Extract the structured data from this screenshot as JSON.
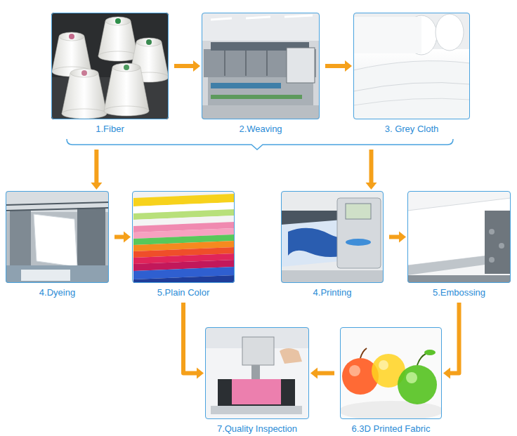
{
  "diagram": {
    "nodes": [
      {
        "text": [
          "1.Fiber"
        ]
      },
      {
        "text": [
          "2.Weaving"
        ]
      },
      {
        "text": [
          "3. Grey Cloth"
        ]
      },
      {
        "text": [
          "4.Dyeing"
        ]
      },
      {
        "text": [
          "5.Plain Color"
        ]
      },
      {
        "text": [
          "4.Printing"
        ]
      },
      {
        "text": [
          "5.Embossing"
        ]
      },
      {
        "text": [
          "7.Quality Inspection"
        ]
      },
      {
        "text": [
          "6.3D Printed Fabric"
        ]
      }
    ],
    "edges": [
      {
        "from": 0,
        "to": 1,
        "arrow": "to"
      },
      {
        "from": 1,
        "to": 2,
        "arrow": "to"
      },
      {
        "from": 2,
        "to": 3,
        "arrow": "to"
      },
      {
        "from": 2,
        "to": 5,
        "arrow": "to"
      },
      {
        "from": 3,
        "to": 4,
        "arrow": "to"
      },
      {
        "from": 5,
        "to": 6,
        "arrow": "to"
      },
      {
        "from": 6,
        "to": 8,
        "arrow": "to"
      },
      {
        "from": 8,
        "to": 7,
        "arrow": "to"
      },
      {
        "from": 4,
        "to": 7,
        "arrow": "to"
      }
    ]
  }
}
